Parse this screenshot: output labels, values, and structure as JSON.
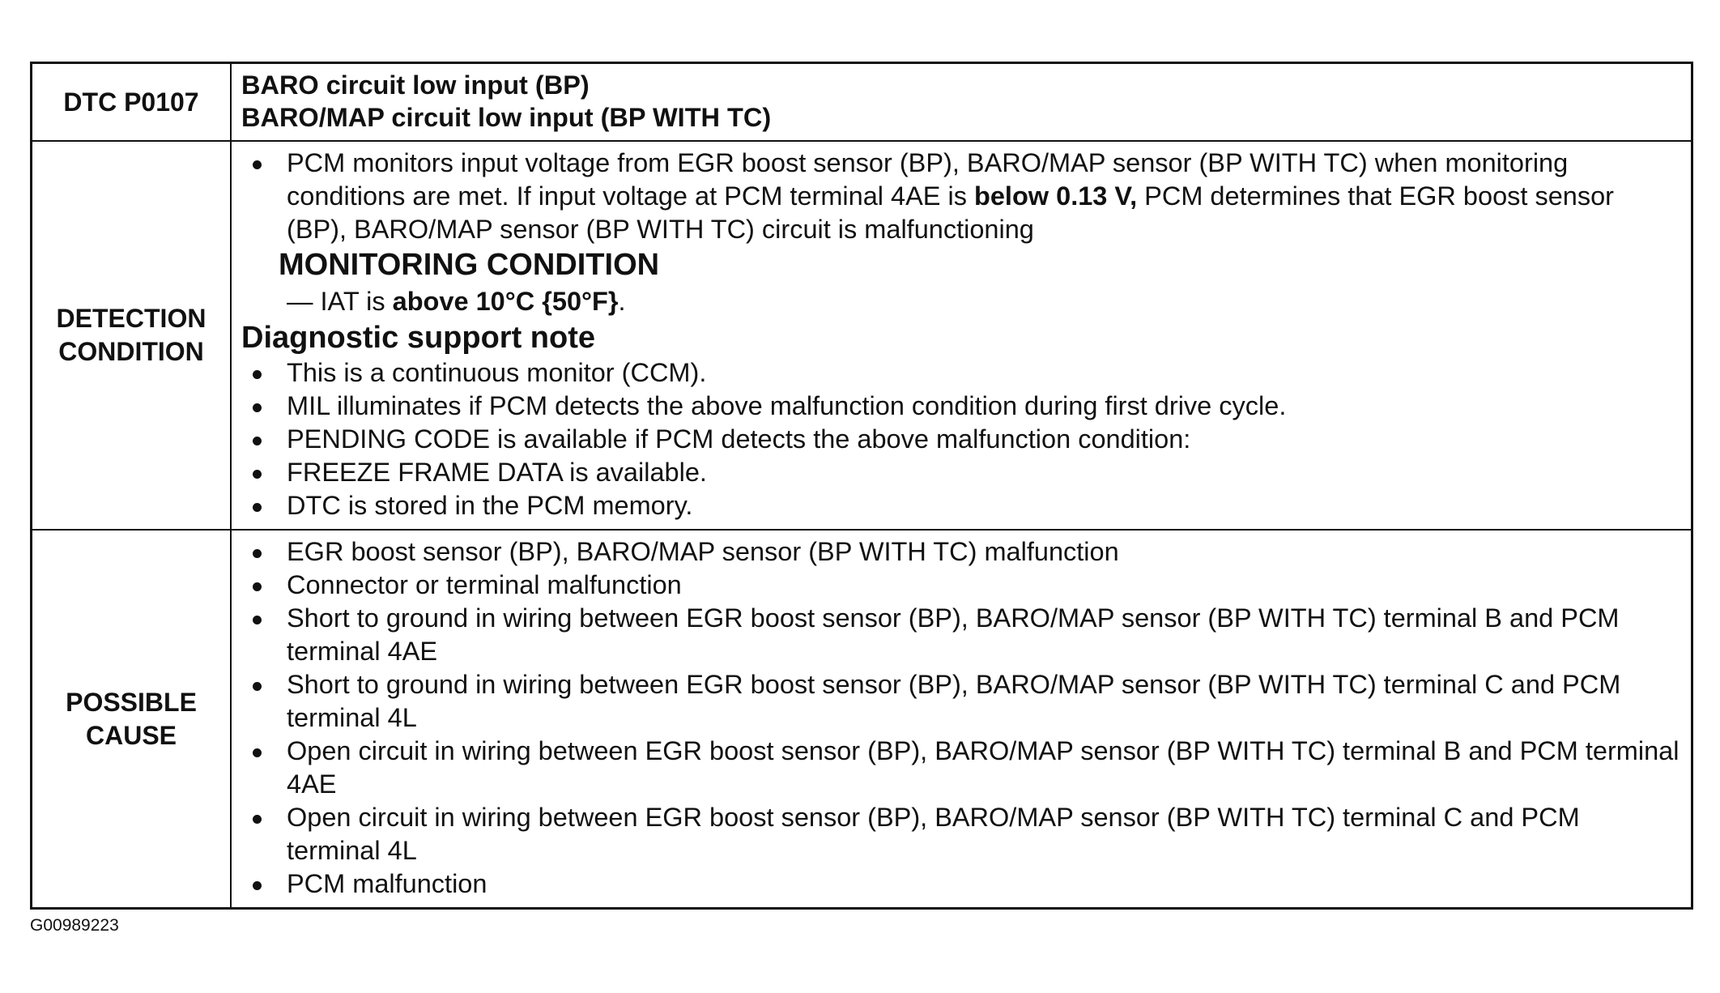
{
  "header": {
    "code_label": "DTC P0107",
    "title_lines": [
      "BARO circuit low input (BP)",
      "BARO/MAP circuit low input (BP WITH TC)"
    ]
  },
  "detection": {
    "label": "DETECTION CONDITION",
    "intro": {
      "part1": "PCM monitors input voltage from EGR boost sensor (BP), BARO/MAP sensor (BP WITH TC) when monitoring conditions are met. If input voltage at PCM terminal 4AE is ",
      "bold": "below 0.13 V,",
      "part2": " PCM determines that EGR boost sensor (BP), BARO/MAP sensor (BP WITH TC) circuit is malfunctioning"
    },
    "monitoring_heading": "MONITORING CONDITION",
    "monitoring_line": {
      "prefix": "— IAT is ",
      "bold": "above 10°C {50°F}",
      "suffix": "."
    },
    "diag_heading": "Diagnostic support note",
    "notes": [
      "This is a continuous monitor (CCM).",
      "MIL illuminates if PCM detects the above malfunction condition during first drive cycle.",
      "PENDING CODE is available if PCM detects the above malfunction condition:",
      "FREEZE FRAME DATA is available.",
      "DTC is stored in the PCM memory."
    ]
  },
  "possible_cause": {
    "label": "POSSIBLE CAUSE",
    "items": [
      "EGR boost sensor (BP), BARO/MAP sensor (BP WITH TC) malfunction",
      "Connector or terminal malfunction",
      "Short to ground in wiring between EGR boost sensor (BP), BARO/MAP sensor (BP WITH TC) terminal B and PCM terminal 4AE",
      "Short to ground in wiring between EGR boost sensor (BP), BARO/MAP sensor (BP WITH TC) terminal C and PCM terminal 4L",
      "Open circuit in wiring between EGR boost sensor (BP), BARO/MAP sensor (BP WITH TC) terminal B and PCM terminal 4AE",
      "Open circuit in wiring between EGR boost sensor (BP), BARO/MAP sensor (BP WITH TC) terminal C and PCM terminal 4L",
      "PCM malfunction"
    ]
  },
  "caption": "G00989223"
}
